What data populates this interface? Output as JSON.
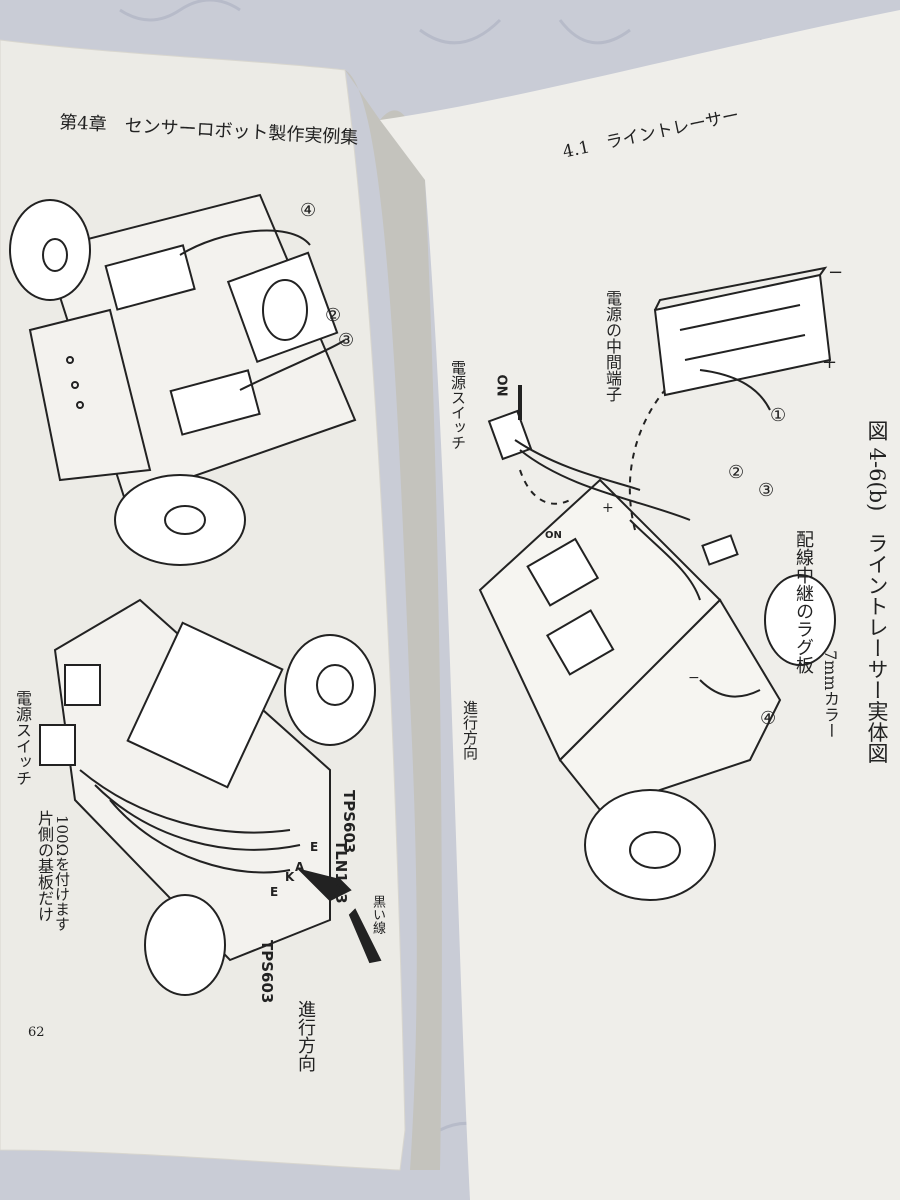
{
  "colors": {
    "background": "#c9ccd6",
    "paper_left": "#ecebe6",
    "paper_right": "#efeeea",
    "ink": "#222222"
  },
  "left_page": {
    "header": "第4章　センサーロボット製作実例集",
    "page_number": "62",
    "top_callouts": [
      "④",
      "②",
      "③"
    ],
    "labels": {
      "power_switch": "電源スイッチ",
      "resistor_note_line1": "片側の基板だけ",
      "resistor_note_line2": "100Ωを付けます",
      "sensor_right": "TPS603",
      "led": "TLN103",
      "sensor_left": "TPS603",
      "travel_direction": "進行方向",
      "black_line": "黒い線",
      "pin_e1": "E",
      "pin_e2": "E",
      "pin_k": "K",
      "pin_a": "A"
    }
  },
  "right_page": {
    "header": "4.1　ライントレーサー",
    "labels": {
      "battery_terminal": "電源の中間端子",
      "power_switch": "電源スイッチ",
      "switch_on": "ON",
      "switch_on_small": "ON",
      "travel_direction": "進行方向",
      "collar": "7mmカラー",
      "lug_plate": "配線中継のラグ板",
      "minus": "−",
      "plus": "+",
      "plus_board": "+",
      "minus_board": "−"
    },
    "callouts": [
      "①",
      "②",
      "③",
      "④"
    ],
    "figure_caption": "図 4-6(b)　ライントレーサー実体図"
  }
}
